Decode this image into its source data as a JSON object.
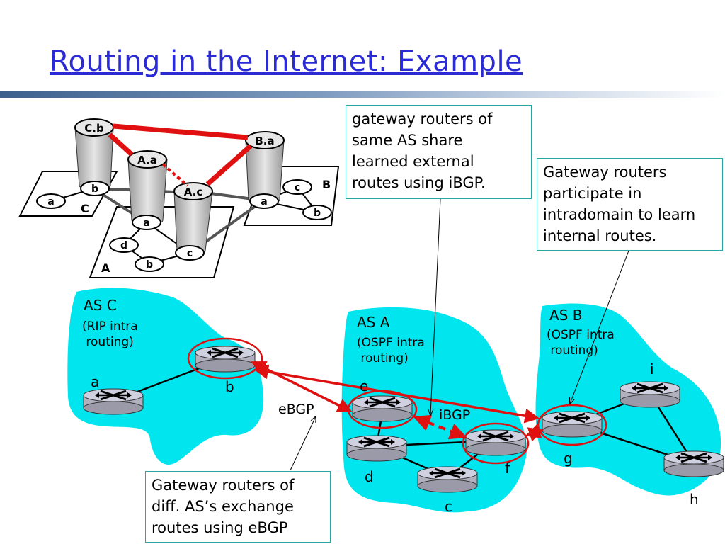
{
  "slide": {
    "title": "Routing in the Internet: Example",
    "colors": {
      "title": "#2b2bd6",
      "as_cloud": "#00e5ee",
      "link_red": "#e01010",
      "callout_border": "#26a8a0"
    }
  },
  "topology": {
    "router_tags": {
      "cb": "C.b",
      "aa": "A.a",
      "ac": "A.c",
      "ba": "B.a"
    },
    "nodes": {
      "ca": "a",
      "cb": "b",
      "aa": "a",
      "ad": "d",
      "ab": "b",
      "ac": "c",
      "ba": "a",
      "bc": "c",
      "bb": "b"
    },
    "planes": {
      "c": "C",
      "a": "A",
      "b": "B"
    }
  },
  "ases": {
    "c": {
      "title": "AS C",
      "protocol_line1": "(RIP intra",
      "protocol_line2": " routing)"
    },
    "a": {
      "title": "AS A",
      "protocol_line1": "(OSPF intra",
      "protocol_line2": " routing)"
    },
    "b": {
      "title": "AS B",
      "protocol_line1": "(OSPF intra",
      "protocol_line2": " routing)"
    }
  },
  "routers": {
    "a": "a",
    "b": "b",
    "e": "e",
    "d": "d",
    "c": "c",
    "f": "f",
    "g": "g",
    "i": "i",
    "h": "h"
  },
  "labels": {
    "ebgp": "eBGP",
    "ibgp": "iBGP"
  },
  "callouts": {
    "ibgp": [
      "gateway routers of",
      "same AS share",
      "learned external",
      "routes using iBGP."
    ],
    "intra": [
      "Gateway routers",
      "participate in",
      "intradomain to learn",
      "internal routes."
    ],
    "ebgp": [
      "Gateway routers of",
      "diff. AS’s exchange",
      "routes using eBGP"
    ]
  }
}
